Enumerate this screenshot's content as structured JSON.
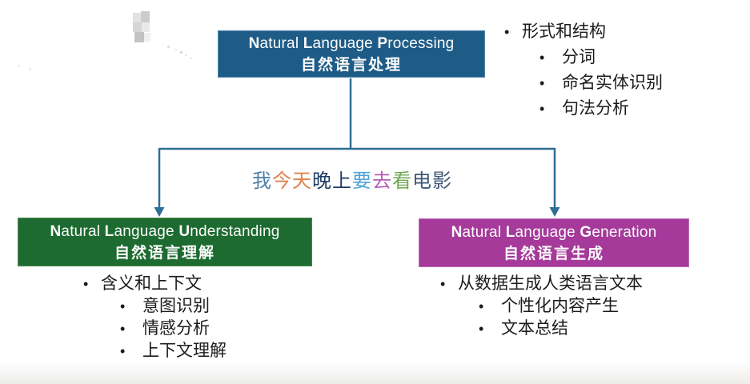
{
  "diagram": {
    "connector_color": "#2F6E96",
    "root_box": {
      "title_en": "Natural Language Processing",
      "title_zh": "自然语言处理",
      "bg_color": "#1E5C87",
      "border_color": "#4d85ab"
    },
    "root_bullets": {
      "level1": "形式和结构",
      "level2": [
        "分词",
        "命名实体识别",
        "句法分析"
      ]
    },
    "example_sentence": {
      "full_text": "我今天晚上要去看电影",
      "segments": [
        {
          "text": "我",
          "color": "#4C80A8"
        },
        {
          "text": "今天",
          "color": "#E2814B"
        },
        {
          "text": "晚上",
          "color": "#1F3B66"
        },
        {
          "text": "要",
          "color": "#4FA3D8"
        },
        {
          "text": "去",
          "color": "#B55EB5"
        },
        {
          "text": "看",
          "color": "#71A653"
        },
        {
          "text": "电影",
          "color": "#3F5875"
        }
      ]
    },
    "nlu_box": {
      "title_en": "Natural Language Understanding",
      "title_zh": "自然语言理解",
      "bg_color": "#1D6B30",
      "border_color": "#4a8a52"
    },
    "nlu_bullets": {
      "level1": "含义和上下文",
      "level2": [
        "意图识别",
        "情感分析",
        "上下文理解"
      ]
    },
    "nlg_box": {
      "title_en": "Natural Language Generation",
      "title_zh": "自然语言生成",
      "bg_color": "#A53A9B",
      "border_color": "#bb6cb5"
    },
    "nlg_bullets": {
      "level1": "从数据生成人类语言文本",
      "level2": [
        "个性化内容产生",
        "文本总结"
      ]
    }
  }
}
